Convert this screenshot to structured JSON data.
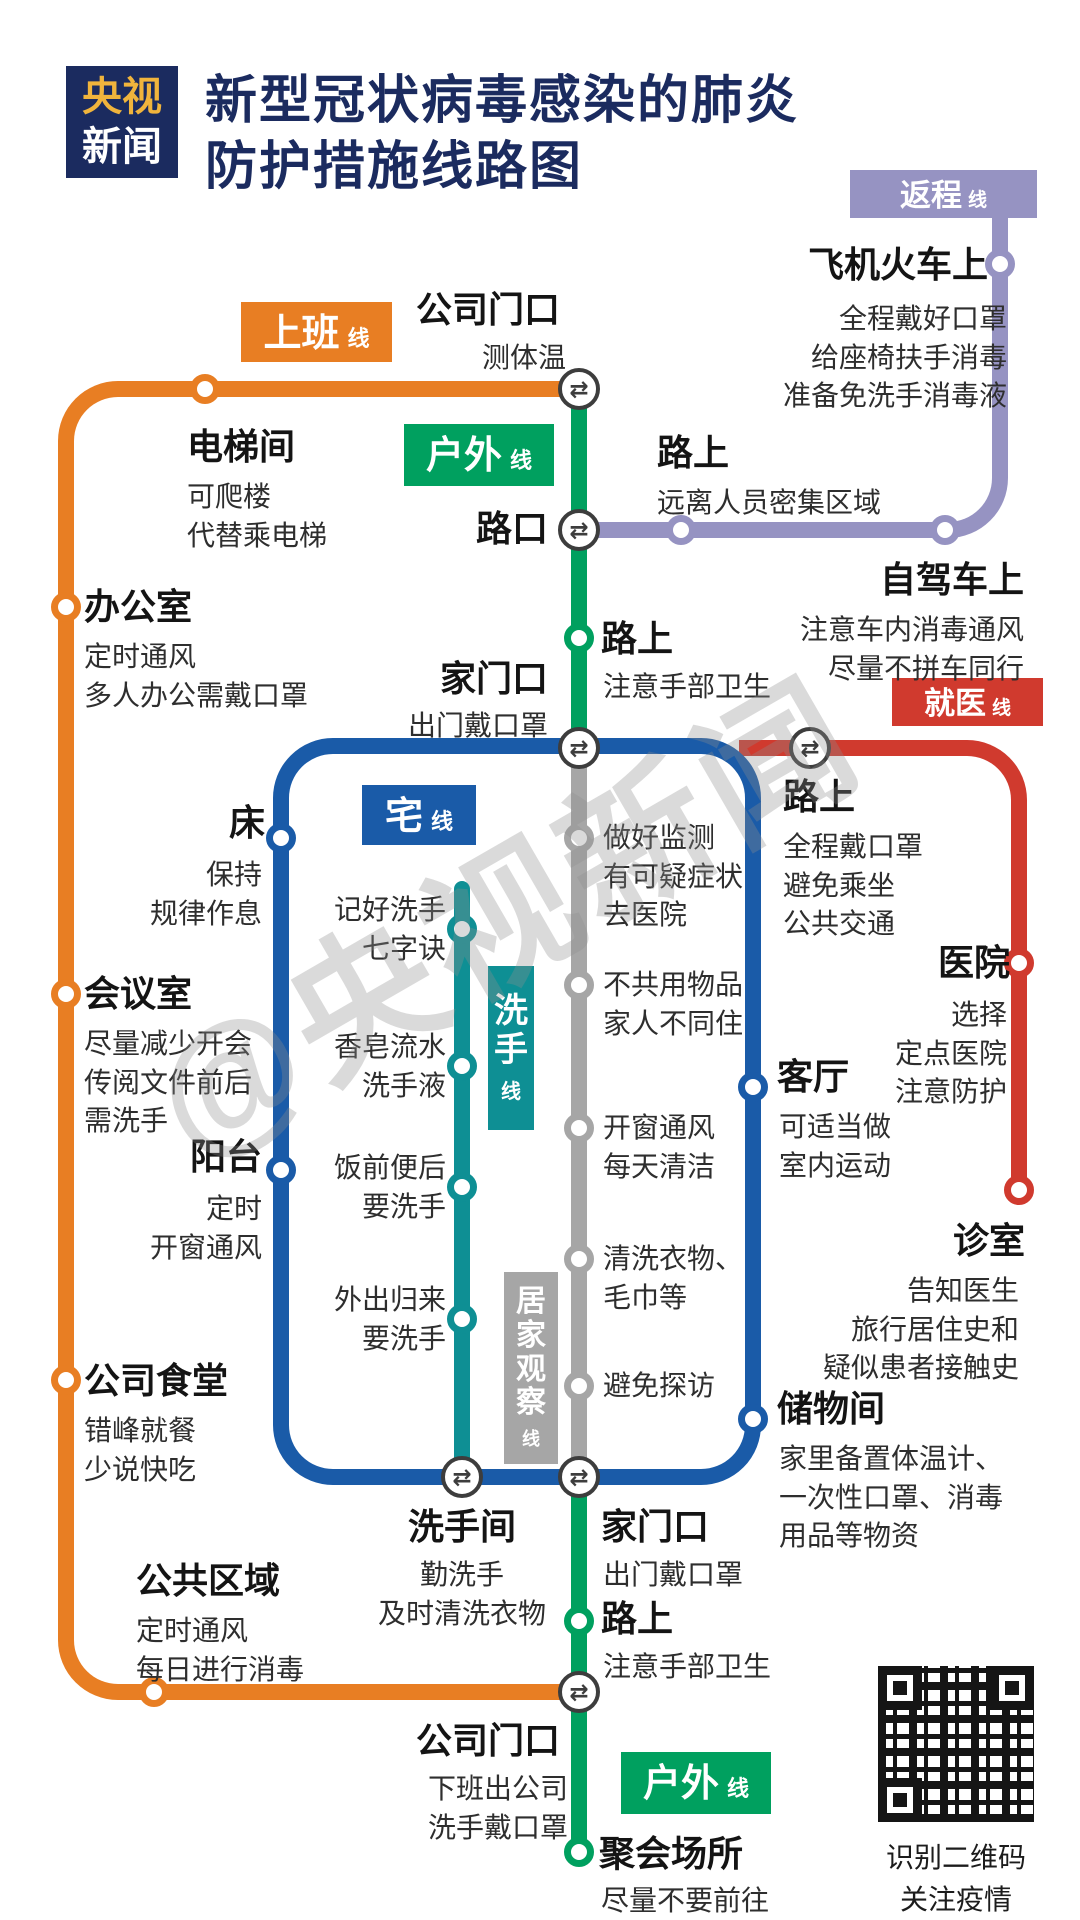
{
  "header": {
    "logo": {
      "line1": "央视",
      "line2": "新闻"
    },
    "title_line1": "新型冠状病毒感染的肺炎",
    "title_line2": "防护措施线路图"
  },
  "colors": {
    "work": "#e87e23",
    "ret": "#9693c2",
    "outdoor": "#00a05f",
    "home": "#1a5ba8",
    "wash": "#0e8f94",
    "observe": "#a6a6a6",
    "medical": "#d03a2e",
    "navy": "#1b2b5f",
    "gold": "#f0b43c"
  },
  "icons": {
    "transfer": "⇄"
  },
  "badges": {
    "work": {
      "label": "上班",
      "suffix": "线"
    },
    "ret": {
      "label": "返程",
      "suffix": "线"
    },
    "outdoor_top": {
      "label": "户外",
      "suffix": "线"
    },
    "home": {
      "label": "宅",
      "suffix": "线"
    },
    "wash": {
      "label": "洗手",
      "suffix": "线"
    },
    "observe": {
      "label": "居家观察",
      "suffix": "线"
    },
    "medical": {
      "label": "就医",
      "suffix": "线"
    },
    "outdoor_bottom": {
      "label": "户外",
      "suffix": "线"
    }
  },
  "stations": {
    "company_gate_top": {
      "name": "公司门口",
      "note": "测体温"
    },
    "elevator": {
      "name": "电梯间",
      "note": "可爬楼\n代替乘电梯"
    },
    "office": {
      "name": "办公室",
      "note": "定时通风\n多人办公需戴口罩"
    },
    "meeting_room": {
      "name": "会议室",
      "note": "尽量减少开会\n传阅文件前后\n需洗手"
    },
    "canteen": {
      "name": "公司食堂",
      "note": "错峰就餐\n少说快吃"
    },
    "public_area": {
      "name": "公共区域",
      "note": "定时通风\n每日进行消毒"
    },
    "plane_train": {
      "name": "飞机火车上",
      "note": "全程戴好口罩\n给座椅扶手消毒\n准备免洗手消毒液"
    },
    "road_return": {
      "name": "路上",
      "note": "远离人员密集区域"
    },
    "self_drive": {
      "name": "自驾车上",
      "note": "注意车内消毒通风\n尽量不拼车同行"
    },
    "crossing": {
      "name": "路口"
    },
    "road_out_top": {
      "name": "路上",
      "note": "注意手部卫生"
    },
    "home_gate_top": {
      "name": "家门口",
      "note": "出门戴口罩"
    },
    "road_medical": {
      "name": "路上",
      "note": "全程戴口罩\n避免乘坐\n公共交通"
    },
    "hospital": {
      "name": "医院",
      "note": "选择\n定点医院\n注意防护"
    },
    "clinic": {
      "name": "诊室",
      "note": "告知医生\n旅行居住史和\n疑似患者接触史"
    },
    "bed": {
      "name": "床",
      "note": "保持\n规律作息"
    },
    "balcony": {
      "name": "阳台",
      "note": "定时\n开窗通风"
    },
    "living_room": {
      "name": "客厅",
      "note": "可适当做\n室内运动"
    },
    "storage": {
      "name": "储物间",
      "note": "家里备置体温计、\n一次性口罩、消毒\n用品等物资"
    },
    "wash1": {
      "note": "记好洗手\n七字诀"
    },
    "wash2": {
      "note": "香皂流水\n洗手液"
    },
    "wash3": {
      "note": "饭前便后\n要洗手"
    },
    "wash4": {
      "note": "外出归来\n要洗手"
    },
    "obs1": {
      "note": "做好监测\n有可疑症状\n去医院"
    },
    "obs2": {
      "note": "不共用物品\n家人不同住"
    },
    "obs3": {
      "note": "开窗通风\n每天清洁"
    },
    "obs4": {
      "note": "清洗衣物、\n毛巾等"
    },
    "obs5": {
      "note": "避免探访"
    },
    "washroom": {
      "name": "洗手间",
      "note": "勤洗手\n及时清洗衣物"
    },
    "home_gate_bottom": {
      "name": "家门口",
      "note": "出门戴口罩"
    },
    "road_out_bottom": {
      "name": "路上",
      "note": "注意手部卫生"
    },
    "company_gate_bottom": {
      "name": "公司门口",
      "note": "下班出公司\n洗手戴口罩"
    },
    "gathering": {
      "name": "聚会场所",
      "note": "尽量不要前往"
    }
  },
  "watermark": "@央视新闻",
  "footer": {
    "qr_line1": "识别二维码",
    "qr_line2": "关注疫情"
  }
}
